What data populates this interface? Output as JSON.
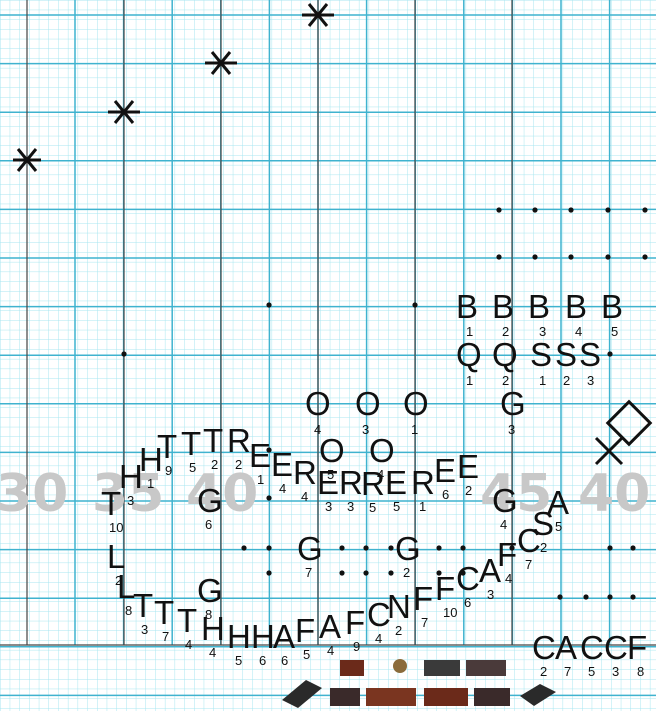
{
  "board": {
    "watermark": [
      "30",
      "35",
      "40",
      "45",
      "40"
    ],
    "stars": 4,
    "top_row_letters": [
      "B",
      "B",
      "B",
      "B",
      "B"
    ],
    "top_row_numbers": [
      "1",
      "2",
      "3",
      "4",
      "5"
    ],
    "second_row_letters": [
      "Q",
      "Q",
      "S",
      "S",
      "S"
    ],
    "second_row_numbers": [
      "1",
      "2",
      "1",
      "2",
      "3"
    ],
    "circled": [
      {
        "letter": "O",
        "num": "4"
      },
      {
        "letter": "O",
        "num": "3"
      },
      {
        "letter": "O",
        "num": "1"
      },
      {
        "letter": "G",
        "num": "3"
      }
    ],
    "curve_letters": [
      {
        "letter": "H",
        "num": "1"
      },
      {
        "letter": "H",
        "num": "3"
      },
      {
        "letter": "T",
        "num": "9"
      },
      {
        "letter": "T",
        "num": "5"
      },
      {
        "letter": "T",
        "num": "2"
      },
      {
        "letter": "R",
        "num": "2"
      },
      {
        "letter": "E",
        "num": "1"
      },
      {
        "letter": "E",
        "num": "4"
      },
      {
        "letter": "R",
        "num": "4"
      },
      {
        "letter": "E",
        "num": "3"
      },
      {
        "letter": "R",
        "num": "3"
      },
      {
        "letter": "R",
        "num": "5"
      },
      {
        "letter": "E",
        "num": "5"
      },
      {
        "letter": "R",
        "num": "1"
      },
      {
        "letter": "E",
        "num": "6"
      },
      {
        "letter": "E",
        "num": "2"
      },
      {
        "letter": "O",
        "num": "5"
      },
      {
        "letter": "O",
        "num": "4"
      },
      {
        "letter": "G",
        "num": "6"
      },
      {
        "letter": "G",
        "num": "4"
      },
      {
        "letter": "A",
        "num": "5"
      },
      {
        "letter": "S",
        "num": "2"
      },
      {
        "letter": "C",
        "num": "7"
      },
      {
        "letter": "F",
        "num": "4"
      },
      {
        "letter": "A",
        "num": "3"
      },
      {
        "letter": "C",
        "num": "6"
      },
      {
        "letter": "F",
        "num": "10"
      },
      {
        "letter": "F",
        "num": "7"
      },
      {
        "letter": "N",
        "num": "2"
      },
      {
        "letter": "C",
        "num": "4"
      },
      {
        "letter": "F",
        "num": "9"
      },
      {
        "letter": "A",
        "num": "4"
      },
      {
        "letter": "F",
        "num": "5"
      },
      {
        "letter": "A",
        "num": "6"
      },
      {
        "letter": "H",
        "num": "6"
      },
      {
        "letter": "H",
        "num": "5"
      },
      {
        "letter": "H",
        "num": "4"
      },
      {
        "letter": "T",
        "num": "4"
      },
      {
        "letter": "T",
        "num": "7"
      },
      {
        "letter": "T",
        "num": "3"
      },
      {
        "letter": "L",
        "num": "8"
      },
      {
        "letter": "L",
        "num": "2"
      },
      {
        "letter": "T",
        "num": "10"
      },
      {
        "letter": "G",
        "num": "7"
      },
      {
        "letter": "G",
        "num": "2"
      },
      {
        "letter": "G",
        "num": "8"
      }
    ],
    "bottom_row_letters": [
      "C",
      "A",
      "C",
      "C",
      "F"
    ],
    "bottom_row_numbers": [
      "2",
      "7",
      "5",
      "3",
      "8"
    ]
  }
}
